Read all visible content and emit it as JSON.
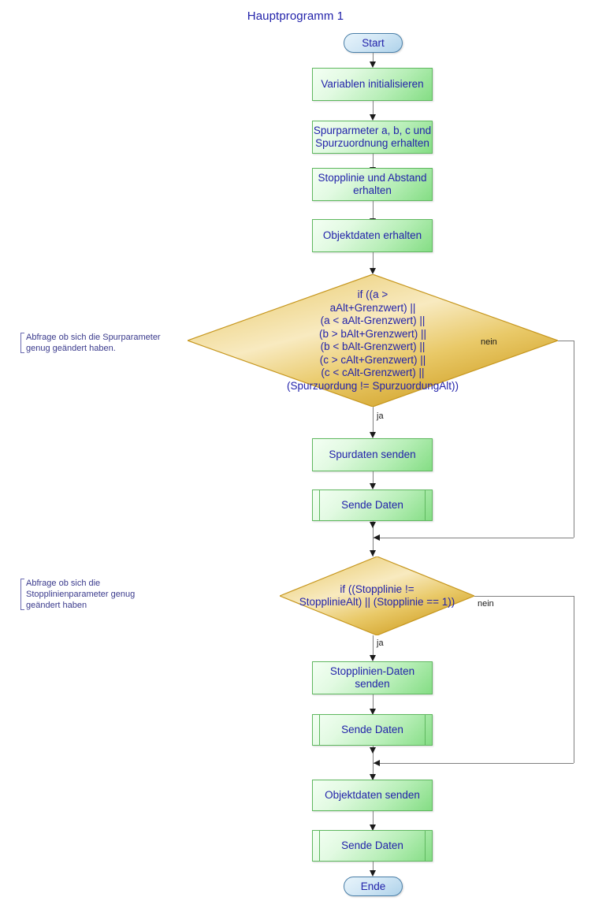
{
  "diagram": {
    "title": "Hauptprogramm 1",
    "type": "flowchart",
    "colors": {
      "text_blue": "#2222aa",
      "process_fill_light": "#f4fff4",
      "process_fill_dark": "#84dd84",
      "process_border": "#5fb85f",
      "decision_fill_light": "#f7e8b4",
      "decision_fill_dark": "#d9a82a",
      "decision_border": "#c9991f",
      "terminator_fill_light": "#e8f4fb",
      "terminator_fill_dark": "#aed2ea",
      "terminator_border": "#4a7fa8",
      "connector": "#808080",
      "arrowhead": "#1a1a1a",
      "note_text": "#3a3a8c"
    }
  },
  "nodes": {
    "start": {
      "label": "Start",
      "shape": "terminator"
    },
    "init_vars": {
      "label": "Variablen initialisieren",
      "shape": "process"
    },
    "get_lane_params": {
      "label": "Spurparmeter a, b, c und\nSpurzuordnung erhalten",
      "shape": "process"
    },
    "get_stopline": {
      "label": "Stopplinie und Abstand\nerhalten",
      "shape": "process"
    },
    "get_object_data": {
      "label": "Objektdaten erhalten",
      "shape": "process"
    },
    "decision_lane": {
      "label": "if ((a >\naAlt+Grenzwert) ||\n(a < aAlt-Grenzwert) ||\n(b > bAlt+Grenzwert) ||\n(b < bAlt-Grenzwert) ||\n(c > cAlt+Grenzwert) ||\n(c < cAlt-Grenzwert) ||\n(Spurzuordung != SpurzuordungAlt))",
      "shape": "decision"
    },
    "send_lane_data": {
      "label": "Spurdaten senden",
      "shape": "process"
    },
    "send_data_1": {
      "label": "Sende Daten",
      "shape": "predefined-process"
    },
    "decision_stopline": {
      "label": "if ((Stopplinie !=\nStopplinieAlt) || (Stopplinie == 1))",
      "shape": "decision"
    },
    "send_stopline_data": {
      "label": "Stopplinien-Daten\nsenden",
      "shape": "process"
    },
    "send_data_2": {
      "label": "Sende Daten",
      "shape": "predefined-process"
    },
    "send_object_data": {
      "label": "Objektdaten senden",
      "shape": "process"
    },
    "send_data_3": {
      "label": "Sende Daten",
      "shape": "predefined-process"
    },
    "end": {
      "label": "Ende",
      "shape": "terminator"
    }
  },
  "branch_labels": {
    "lane_yes": "ja",
    "lane_no": "nein",
    "stopline_yes": "ja",
    "stopline_no": "nein"
  },
  "notes": {
    "lane_note": "Abfrage ob sich die Spurparameter\ngenug geändert haben.",
    "stopline_note": "Abfrage ob sich die\nStopplinienparameter genug\ngeändert haben"
  }
}
